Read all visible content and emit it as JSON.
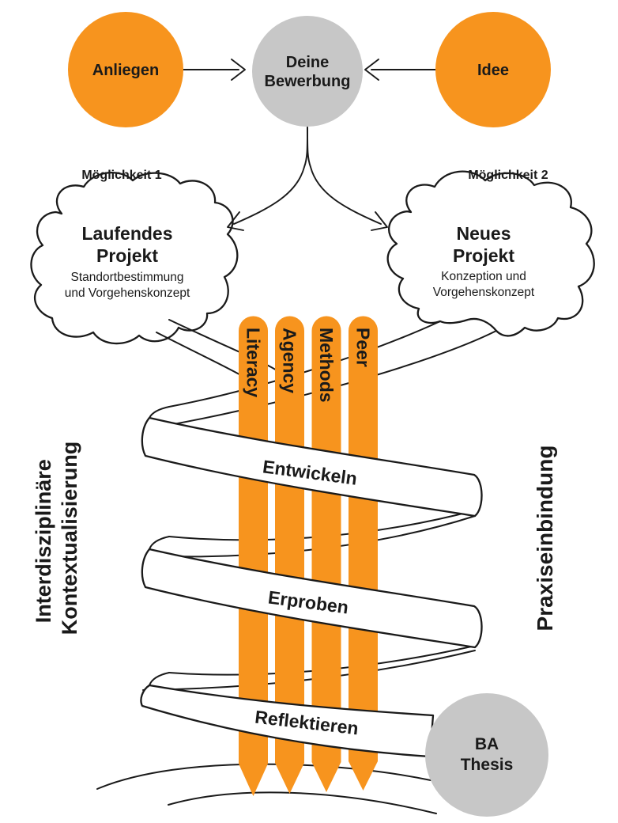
{
  "top": {
    "left_circle": {
      "label": "Anliegen"
    },
    "center_circle": {
      "line1": "Deine",
      "line2": "Bewerbung"
    },
    "right_circle": {
      "label": "Idee"
    }
  },
  "options": {
    "left": {
      "tag": "Möglichkeit 1",
      "title_line1": "Laufendes",
      "title_line2": "Projekt",
      "subtitle_line1": "Standortbestimmung",
      "subtitle_line2": "und Vorgehenskonzept"
    },
    "right": {
      "tag": "Möglichkeit 2",
      "title_line1": "Neues",
      "title_line2": "Projekt",
      "subtitle_line1": "Konzeption und",
      "subtitle_line2": "Vorgehenskonzept"
    }
  },
  "strands": [
    {
      "label": "Literacy"
    },
    {
      "label": "Agency"
    },
    {
      "label": "Methods"
    },
    {
      "label": "Peer"
    }
  ],
  "spiral": [
    {
      "label": "Entwickeln"
    },
    {
      "label": "Erproben"
    },
    {
      "label": "Reflektieren"
    }
  ],
  "side_left": {
    "line1": "Interdisziplinäre",
    "line2": "Kontextualisierung"
  },
  "side_right": {
    "label": "Praxiseinbindung"
  },
  "thesis": {
    "line1": "BA",
    "line2": "Thesis"
  },
  "colors": {
    "orange": "#F7941E",
    "gray": "#C7C7C7",
    "line": "#1A1A1A"
  }
}
